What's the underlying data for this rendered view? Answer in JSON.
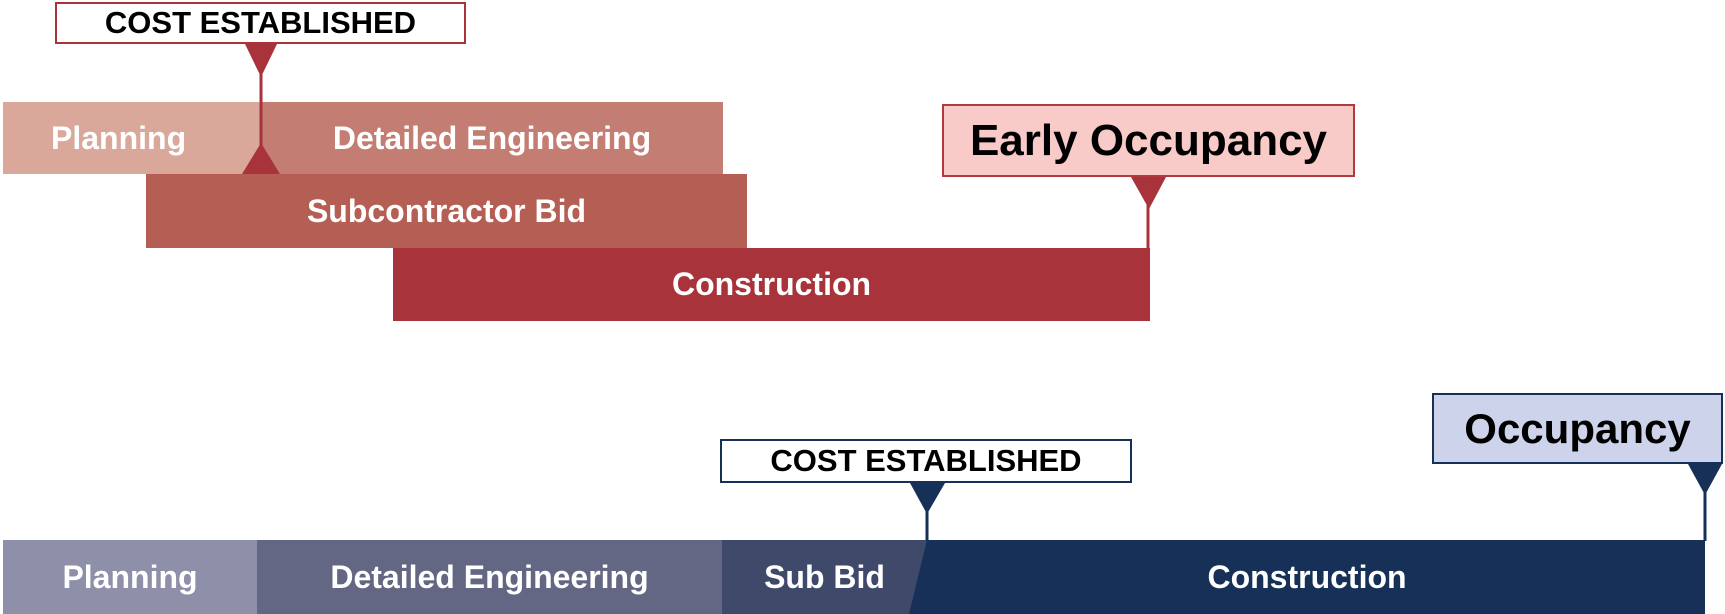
{
  "early_track": {
    "milestone_cost": "COST ESTABLISHED",
    "phases": [
      "Planning",
      "Detailed Engineering",
      "Subcontractor Bid",
      "Construction"
    ],
    "milestone_end": "Early Occupancy",
    "colors": {
      "planning": "#d9a89a",
      "engineering": "#c47d72",
      "bid": "#b45e54",
      "construction": "#a8333a",
      "accent": "#a8333a",
      "end_fill": "#f8cbc8"
    }
  },
  "standard_track": {
    "milestone_cost": "COST ESTABLISHED",
    "phases": [
      "Planning",
      "Detailed Engineering",
      "Sub Bid",
      "Construction"
    ],
    "milestone_end": "Occupancy",
    "colors": {
      "planning": "#8e8fa8",
      "engineering": "#636783",
      "bid": "#3f4a6b",
      "construction": "#163057",
      "accent": "#163057",
      "end_fill": "#cdd3ea"
    }
  }
}
